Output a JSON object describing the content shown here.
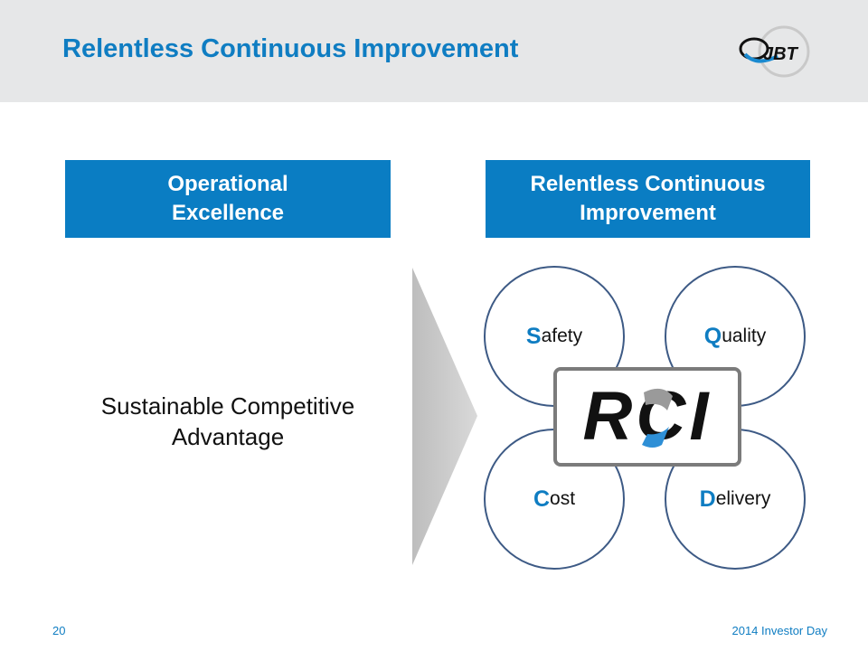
{
  "header": {
    "title": "Relentless Continuous Improvement",
    "logo_text": "JBT"
  },
  "boxes": {
    "left": "Operational\nExcellence",
    "right": "Relentless Continuous\nImprovement"
  },
  "left_text": "Sustainable Competitive\nAdvantage",
  "circles": [
    {
      "cap": "S",
      "rest": "afety"
    },
    {
      "cap": "Q",
      "rest": "uality"
    },
    {
      "cap": "C",
      "rest": "ost"
    },
    {
      "cap": "D",
      "rest": "elivery"
    }
  ],
  "rci_logo_text": "RCI",
  "footer": {
    "page": "20",
    "event": "2014 Investor Day"
  },
  "colors": {
    "brand": "#0f7dc2",
    "box": "#0a7dc3",
    "header_bg": "#e6e7e8"
  }
}
